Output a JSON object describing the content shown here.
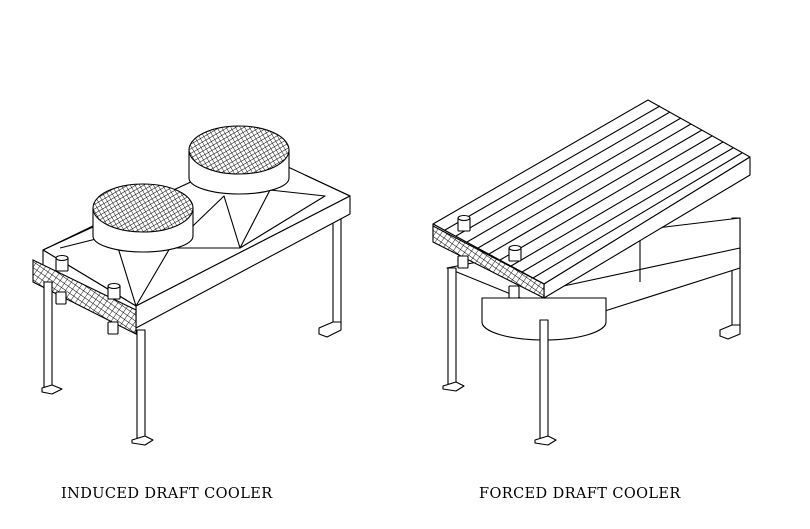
{
  "figures": [
    {
      "id": "induced",
      "caption": "INDUCED DRAFT COOLER"
    },
    {
      "id": "forced",
      "caption": "FORCED DRAFT COOLER"
    }
  ],
  "colors": {
    "line": "#000000",
    "background": "#ffffff"
  }
}
